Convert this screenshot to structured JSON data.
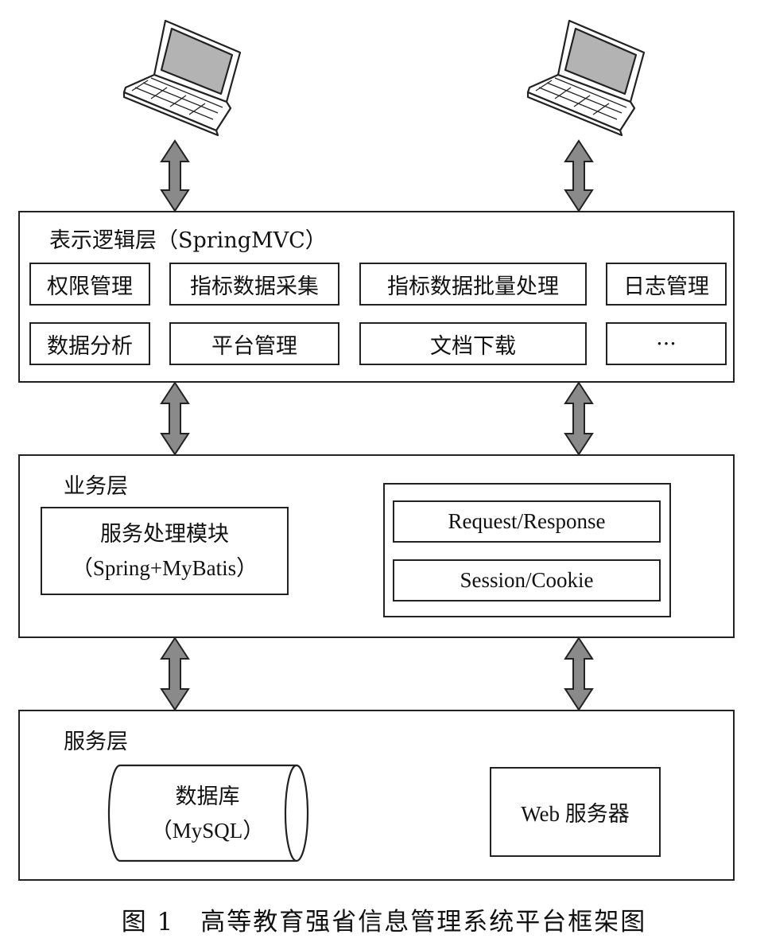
{
  "presentation_layer": {
    "title": "表示逻辑层（SpringMVC）",
    "modules_row1": [
      "权限管理",
      "指标数据采集",
      "指标数据批量处理",
      "日志管理"
    ],
    "modules_row2": [
      "数据分析",
      "平台管理",
      "文档下载",
      "···"
    ]
  },
  "business_layer": {
    "title": "业务层",
    "service_module": {
      "line1": "服务处理模块",
      "line2": "（Spring+MyBatis）"
    },
    "web_components": [
      "Request/Response",
      "Session/Cookie"
    ]
  },
  "service_layer": {
    "title": "服务层",
    "database": {
      "line1": "数据库",
      "line2": "（MySQL）"
    },
    "web_server": "Web 服务器"
  },
  "caption": "图 1　高等教育强省信息管理系统平台框架图",
  "colors": {
    "line": "#222222",
    "arrow_fill": "#8a8a8a",
    "laptop_screen": "#b3b3b3"
  }
}
